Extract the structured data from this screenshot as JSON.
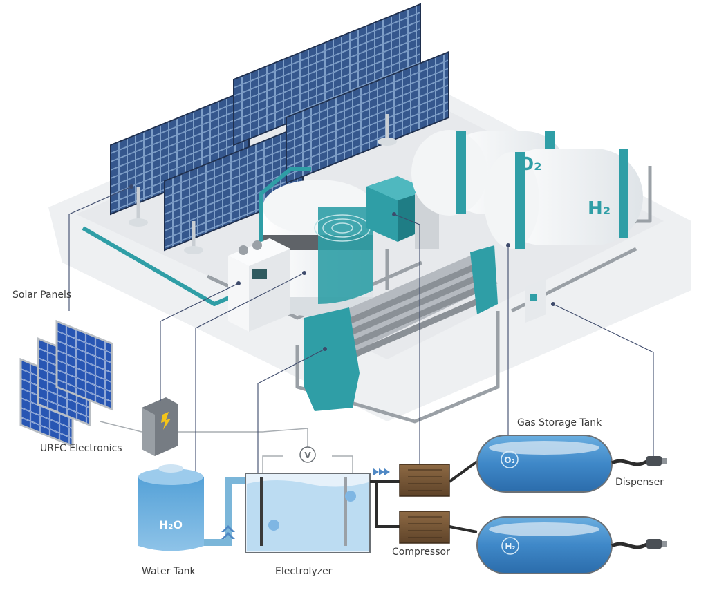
{
  "labels": {
    "solar_panels": "Solar Panels",
    "urfc_electronics": "URFC Electronics",
    "gas_storage_tank": "Gas Storage Tank",
    "dispenser": "Dispenser",
    "compressor": "Compressor",
    "water_tank": "Water Tank",
    "electrolyzer": "Electrolyzer"
  },
  "tank_marks": {
    "oxygen_big": "O₂",
    "hydrogen_big": "H₂",
    "water": "H₂O",
    "oxygen_small": "O₂",
    "hydrogen_small": "H₂",
    "voltmeter": "V"
  },
  "colors": {
    "teal": "#2f9ea6",
    "teal_dark": "#1f7d85",
    "panel_blue": "#2f4a78",
    "water_blue": "#5aa7d8",
    "pipe_gray": "#8f9499",
    "floor": "#eceef0",
    "compressor_brown": "#7a5a3a"
  }
}
